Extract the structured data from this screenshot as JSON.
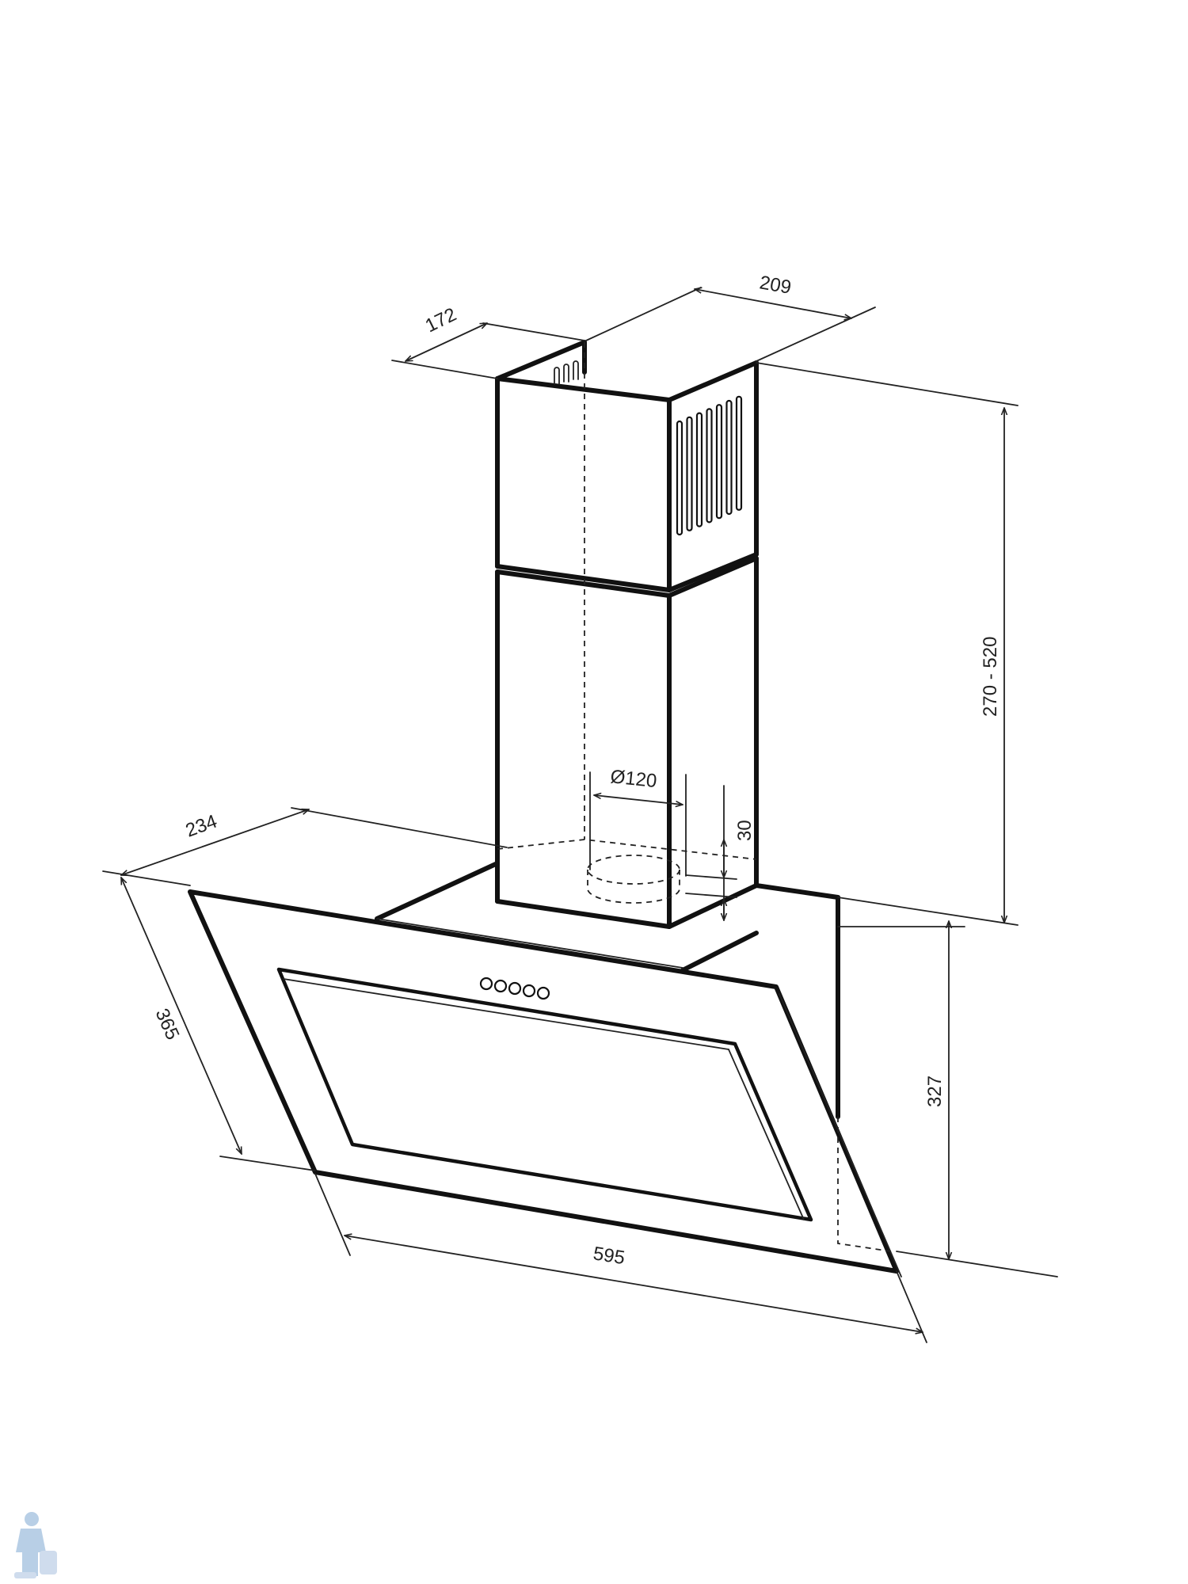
{
  "diagram": {
    "subject": "wall-mounted inclined cooker hood",
    "dimensions": {
      "chimney_depth": "172",
      "chimney_width": "209",
      "chimney_height": "270 - 520",
      "duct_diameter": "Ø120",
      "duct_offset": "30",
      "body_depth": "234",
      "glass_height": "365",
      "body_height": "327",
      "width": "595"
    },
    "control_buttons": 5,
    "vent_slots": 7
  }
}
